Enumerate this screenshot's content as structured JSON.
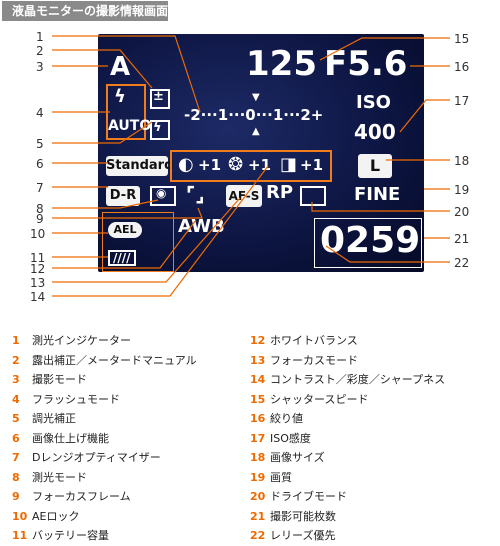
{
  "header": {
    "title": "液晶モニターの撮影情報画面"
  },
  "lcd": {
    "mode": "A",
    "shutter": "125",
    "aperture": "F5.6",
    "flash_mode": "AUTO",
    "meter_scale": "-2···1···0···1···2+",
    "iso_label": "ISO",
    "iso_value": "400",
    "picture_control": "Standard",
    "contrast": "+1",
    "saturation": "+1",
    "sharpness": "+1",
    "image_size": "L",
    "d_lighting": "D-R",
    "focus_mode": "AF-S",
    "release_priority": "RP",
    "quality": "FINE",
    "ae_lock": "AEL",
    "white_balance": "AWB",
    "frames_remaining": "0259"
  },
  "callouts": {
    "left": [
      "1",
      "2",
      "3",
      "4",
      "5",
      "6",
      "7",
      "8",
      "9",
      "10",
      "11",
      "12",
      "13",
      "14"
    ],
    "right": [
      "15",
      "16",
      "17",
      "18",
      "19",
      "20",
      "21",
      "22"
    ]
  },
  "legend": {
    "left": [
      {
        "n": "1",
        "label": "測光インジケーター"
      },
      {
        "n": "2",
        "label": "露出補正／メータードマニュアル"
      },
      {
        "n": "3",
        "label": "撮影モード"
      },
      {
        "n": "4",
        "label": "フラッシュモード"
      },
      {
        "n": "5",
        "label": "調光補正"
      },
      {
        "n": "6",
        "label": "画像仕上げ機能"
      },
      {
        "n": "7",
        "label": "Dレンジオプティマイザー"
      },
      {
        "n": "8",
        "label": "測光モード"
      },
      {
        "n": "9",
        "label": "フォーカスフレーム"
      },
      {
        "n": "10",
        "label": "AEロック"
      },
      {
        "n": "11",
        "label": "バッテリー容量"
      }
    ],
    "right": [
      {
        "n": "12",
        "label": "ホワイトバランス"
      },
      {
        "n": "13",
        "label": "フォーカスモード"
      },
      {
        "n": "14",
        "label": "コントラスト／彩度／シャープネス"
      },
      {
        "n": "15",
        "label": "シャッタースピード"
      },
      {
        "n": "16",
        "label": "絞り値"
      },
      {
        "n": "17",
        "label": "ISO感度"
      },
      {
        "n": "18",
        "label": "画像サイズ"
      },
      {
        "n": "19",
        "label": "画質"
      },
      {
        "n": "20",
        "label": "ドライブモード"
      },
      {
        "n": "21",
        "label": "撮影可能枚数"
      },
      {
        "n": "22",
        "label": "レリーズ優先"
      }
    ]
  }
}
